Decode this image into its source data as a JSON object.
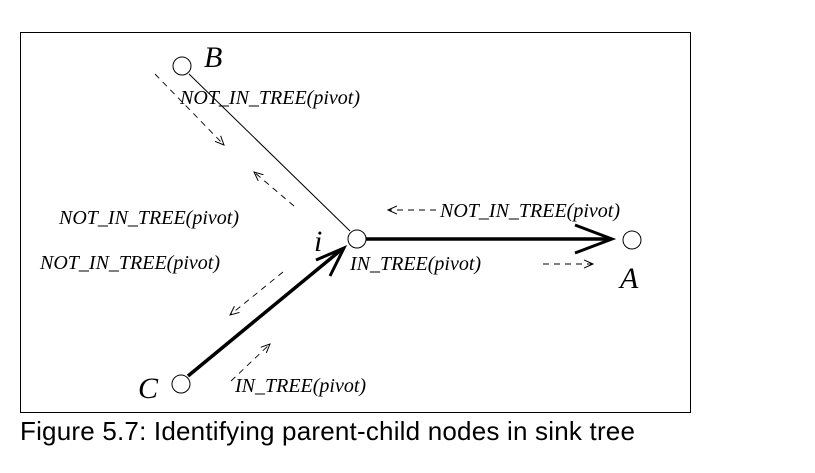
{
  "nodes": {
    "b": "B",
    "i": "i",
    "a": "A",
    "c": "C"
  },
  "messages": {
    "b_to_i": "NOT_IN_TREE(pivot)",
    "i_to_b": "NOT_IN_TREE(pivot)",
    "i_to_c": "NOT_IN_TREE(pivot)",
    "a_to_i": "NOT_IN_TREE(pivot)",
    "i_to_a": "IN_TREE(pivot)",
    "c_to_i": "IN_TREE(pivot)"
  },
  "caption": "Figure 5.7: Identifying parent-child nodes in sink tree"
}
